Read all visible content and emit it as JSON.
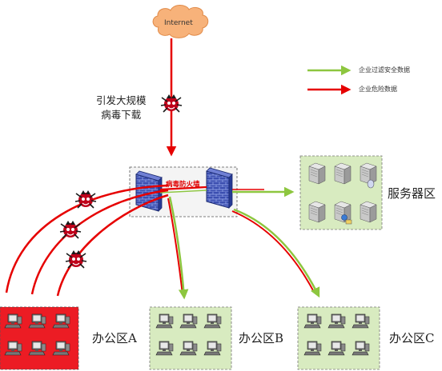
{
  "internet": {
    "label": "Internet"
  },
  "legend": {
    "safe": {
      "label": "企业过滤安全数据",
      "color": "#8dc63f"
    },
    "danger": {
      "label": "企业危险数据",
      "color": "#e60000"
    }
  },
  "virus_note": {
    "line1": "引发大规模",
    "line2": "病毒下载"
  },
  "firewall": {
    "label": "病毒防火墙"
  },
  "zones": {
    "server": {
      "label": "服务器区"
    },
    "office_a": {
      "label": "办公区A"
    },
    "office_b": {
      "label": "办公区B"
    },
    "office_c": {
      "label": "办公区C"
    }
  },
  "colors": {
    "danger": "#e60000",
    "safe": "#8dc63f",
    "cloud": "#f7b27a",
    "zone_green": "#d8ebc0",
    "zone_red": "#ec1c24",
    "firewall": "#3c4fb0"
  }
}
